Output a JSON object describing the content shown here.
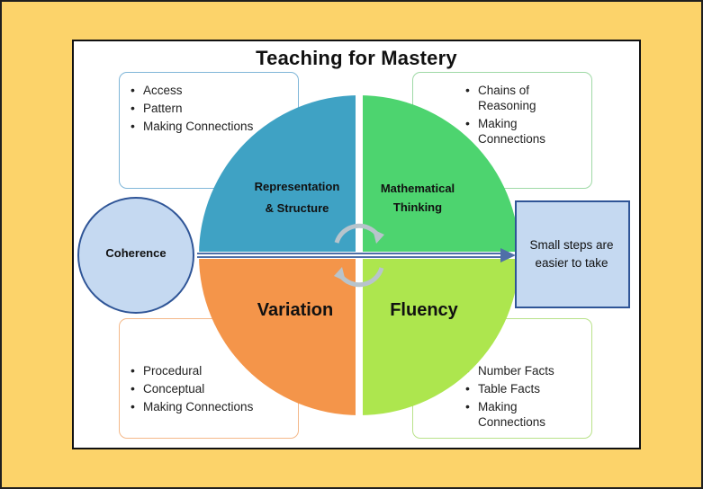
{
  "title": "Teaching for Mastery",
  "quadrants": {
    "representation": {
      "label_line1": "Representation",
      "label_line2": "& Structure",
      "color": "#3FA2C4"
    },
    "mathematical": {
      "label_line1": "Mathematical",
      "label_line2": "Thinking",
      "color": "#4DD46F"
    },
    "variation": {
      "label": "Variation",
      "color": "#F4954A"
    },
    "fluency": {
      "label": "Fluency",
      "color": "#ADE64E"
    }
  },
  "coherence": {
    "label": "Coherence"
  },
  "small_steps": {
    "line1": "Small steps are",
    "line2": "easier to take"
  },
  "boxes": {
    "top_left": [
      "Access",
      "Pattern",
      "Making Connections"
    ],
    "top_right": [
      "Chains of Reasoning",
      "Making Connections"
    ],
    "bottom_left": [
      "Procedural",
      "Conceptual",
      "Making Connections"
    ],
    "bottom_right": [
      "Number Facts",
      "Table Facts",
      "Making Connections"
    ]
  }
}
